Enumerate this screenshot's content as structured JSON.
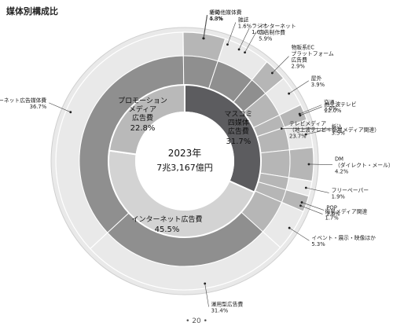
{
  "page": {
    "title": "媒体別構成比",
    "page_number": "• 20 •"
  },
  "chart_data": {
    "type": "pie",
    "center": {
      "year": "2023年",
      "total": "7兆3,167億円"
    },
    "colors": {
      "outer": "#e9e9e9",
      "mid": "#b6b6b6",
      "mid_dark": "#8f8f8f",
      "mass": "#5c5c5f",
      "stroke": "#ffffff",
      "leader": "#444444",
      "dot": "#222222"
    },
    "categories": [
      {
        "label": "マスコミ\n四媒体\n広告費",
        "value": 31.7,
        "display": "31.7%",
        "color": "#5c5c5f",
        "text_color": "#ffffff"
      },
      {
        "label": "インターネット広告費",
        "value": 45.5,
        "display": "45.5%",
        "color": "#d3d3d3",
        "text_color": "#111111"
      },
      {
        "label": "プロモーション\nメディア\n広告費",
        "value": 22.8,
        "display": "22.8%",
        "color": "#b9b9b9",
        "text_color": "#111111"
      }
    ],
    "media": [
      {
        "name": "新聞",
        "value": 4.8,
        "display": "4.8%",
        "category": 0,
        "ring": "mid"
      },
      {
        "name": "雑誌",
        "value": 1.6,
        "display": "1.6%",
        "category": 0,
        "ring": "outer"
      },
      {
        "name": "ラジオ",
        "value": 1.6,
        "display": "1.6%",
        "category": 0,
        "ring": "mid"
      },
      {
        "name": "地上波テレビ",
        "value": 22.0,
        "display": "22.0%",
        "category": 0,
        "ring": "outer"
      },
      {
        "name": "衛星メディア関連",
        "value": 1.7,
        "display": "1.7%",
        "category": 0,
        "ring": "mid_dark"
      },
      {
        "name": "運用型広告費",
        "value": 31.4,
        "display": "31.4%",
        "category": 1,
        "ring": "outer"
      },
      {
        "name": "インターネット広告媒体費",
        "value": 36.7,
        "display": "36.7%",
        "category": 1,
        "ring": "outer"
      },
      {
        "name": "その他媒体費",
        "value": 5.3,
        "display": "5.3%",
        "category": 1,
        "ring": "mid"
      },
      {
        "name": "インターネット\n広告制作費",
        "value": 5.9,
        "display": "5.9%",
        "category": 1,
        "ring": "outer"
      },
      {
        "name": "物販系EC\nプラットフォーム\n広告費",
        "value": 2.9,
        "display": "2.9%",
        "category": 1,
        "ring": "mid"
      },
      {
        "name": "屋外",
        "value": 3.9,
        "display": "3.9%",
        "category": 2,
        "ring": "outer"
      },
      {
        "name": "交通",
        "value": 2.0,
        "display": "2.0%",
        "category": 2,
        "ring": "mid"
      },
      {
        "name": "折込",
        "value": 3.5,
        "display": "3.5%",
        "category": 2,
        "ring": "outer"
      },
      {
        "name": "DM\n（ダイレクト・メール）",
        "value": 4.2,
        "display": "4.2%",
        "category": 2,
        "ring": "mid"
      },
      {
        "name": "フリーペーパー",
        "value": 1.9,
        "display": "1.9%",
        "category": 2,
        "ring": "outer"
      },
      {
        "name": "POP",
        "value": 2.0,
        "display": "2.0%",
        "category": 2,
        "ring": "mid"
      },
      {
        "name": "イベント・展示・映像ほか",
        "value": 5.3,
        "display": "5.3%",
        "category": 2,
        "ring": "outer"
      }
    ],
    "subgroups": [
      {
        "name": "テレビメディア\n（地上波テレビ＋衛星メディア関連）",
        "value": 23.7,
        "display": "23.7%"
      }
    ]
  }
}
